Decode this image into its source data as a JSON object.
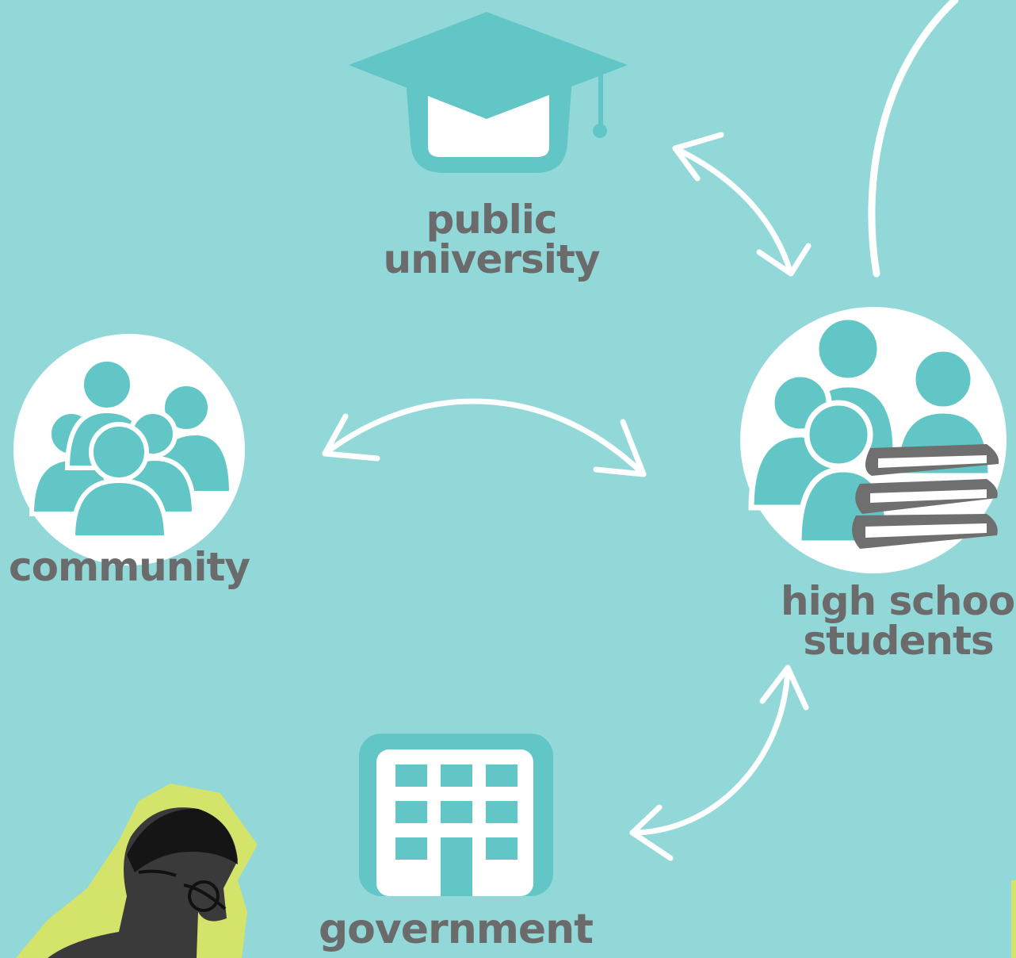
{
  "nodes": {
    "university": {
      "lines": [
        "public",
        "university"
      ],
      "icon": "graduation-cap-icon"
    },
    "community": {
      "lines": [
        "community"
      ],
      "icon": "people-group-icon"
    },
    "students": {
      "lines": [
        "high school",
        "students"
      ],
      "icon": "students-books-icon"
    },
    "government": {
      "lines": [
        "government"
      ],
      "icon": "building-icon"
    }
  },
  "colors": {
    "background": "#93d8d8",
    "icon": "#62c6c6",
    "label": "#6b6b6b",
    "arrows": "#ffffff",
    "books": "#6f6f6f",
    "photo_cutout": "#d4e36a"
  }
}
